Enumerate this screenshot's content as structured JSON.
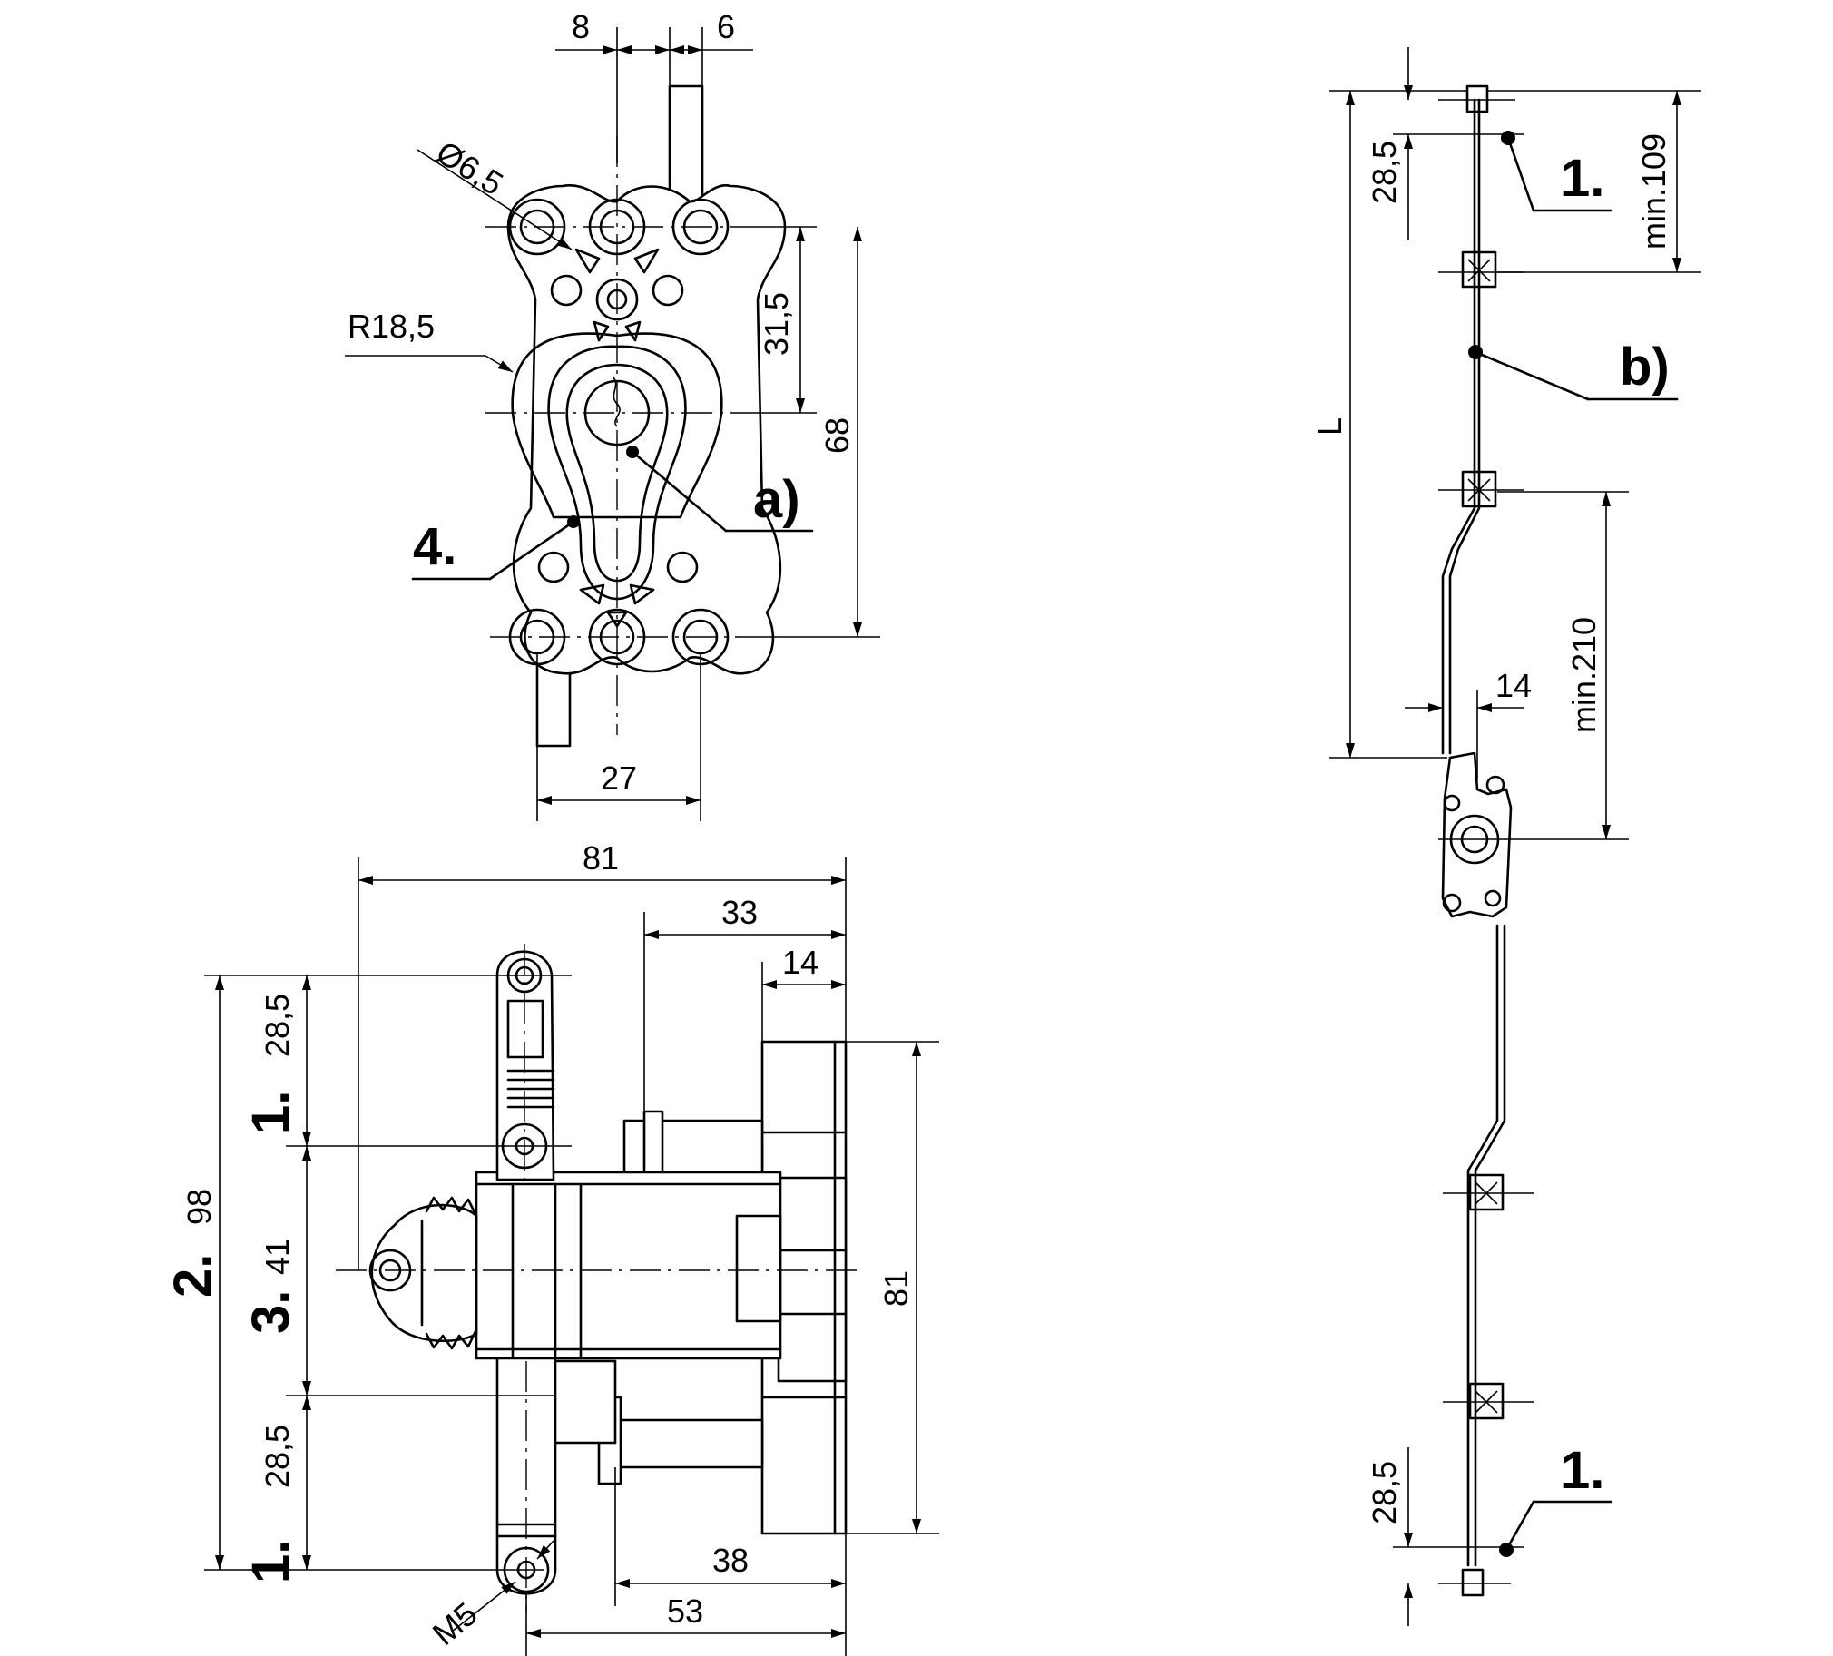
{
  "top_view": {
    "dims": {
      "d8": "8",
      "d6": "6",
      "dia65": "Ø6,5",
      "r185": "R18,5",
      "d315": "31,5",
      "d68": "68",
      "d27": "27"
    },
    "callouts": {
      "a": "a)",
      "four": "4."
    }
  },
  "side_view": {
    "dims": {
      "d81_top": "81",
      "d33": "33",
      "d14": "14",
      "d285_top": "28,5",
      "d98": "98",
      "d41": "41",
      "d285_bot": "28,5",
      "d81_right": "81",
      "d38": "38",
      "d53": "53",
      "m5": "M5"
    },
    "callouts": {
      "one_top": "1.",
      "two": "2.",
      "three": "3.",
      "one_bot": "1."
    }
  },
  "rod_view": {
    "dims": {
      "d285_top": "28,5",
      "min109": "min.109",
      "L": "L",
      "min210": "min.210",
      "d14": "14",
      "d285_bot": "28,5"
    },
    "callouts": {
      "one_top": "1.",
      "b": "b)",
      "one_bot": "1."
    }
  }
}
